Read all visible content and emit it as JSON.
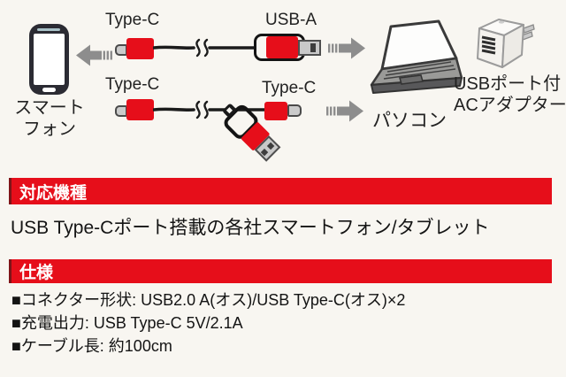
{
  "colors": {
    "accent_red": "#e60e1a",
    "bar_text": "#ffffff",
    "body_text": "#141414",
    "arrow_gray": "#8d8d8d"
  },
  "diagram": {
    "smartphone": {
      "label_line1": "スマート",
      "label_line2": "フォン"
    },
    "cable_top": {
      "left_connector_label": "Type-C",
      "right_connector_label": "USB-A"
    },
    "cable_bottom": {
      "left_connector_label": "Type-C",
      "right_connector_label": "Type-C"
    },
    "pc": {
      "label": "パソコン"
    },
    "ac_adapter": {
      "label_line1": "USBポート付",
      "label_line2": "ACアダプター"
    }
  },
  "sections": {
    "compatible": {
      "header": "対応機種",
      "body": "USB Type-Cポート搭載の各社スマートフォン/タブレット"
    },
    "spec": {
      "header": "仕様",
      "items": [
        "■コネクター形状: USB2.0 A(オス)/USB Type-C(オス)×2",
        "■充電出力: USB Type-C 5V/2.1A",
        "■ケーブル長: 約100cm"
      ]
    }
  }
}
